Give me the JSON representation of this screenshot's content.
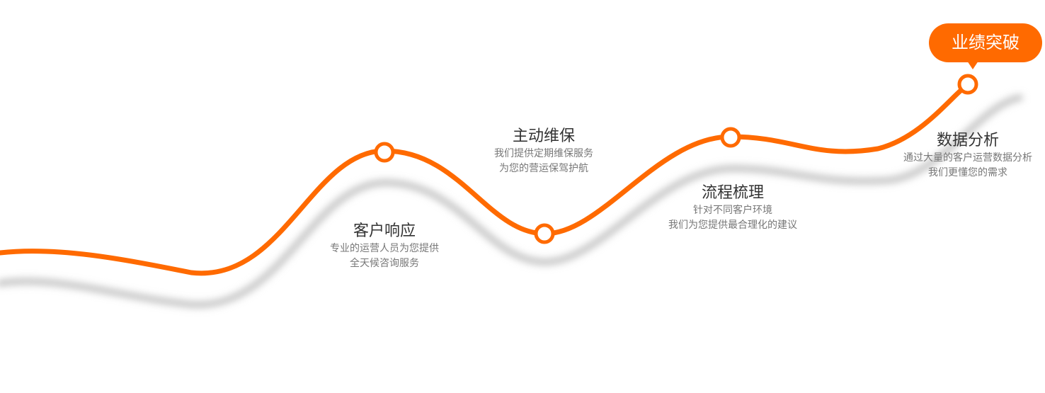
{
  "colors": {
    "accent": "#ff6a00",
    "shadow": "#c8c8c8",
    "title_text": "#333333",
    "desc_text": "#777777"
  },
  "goal": {
    "label": "业绩突破"
  },
  "milestones": [
    {
      "title": "客户响应",
      "line1": "专业的运营人员为您提供",
      "line2": "全天候咨询服务"
    },
    {
      "title": "主动维保",
      "line1": "我们提供定期维保服务",
      "line2": "为您的营运保驾护航"
    },
    {
      "title": "流程梳理",
      "line1": "针对不同客户环境",
      "line2": "我们为您提供最合理化的建议"
    },
    {
      "title": "数据分析",
      "line1": "通过大量的客户运营数据分析",
      "line2": "我们更懂您的需求"
    }
  ]
}
